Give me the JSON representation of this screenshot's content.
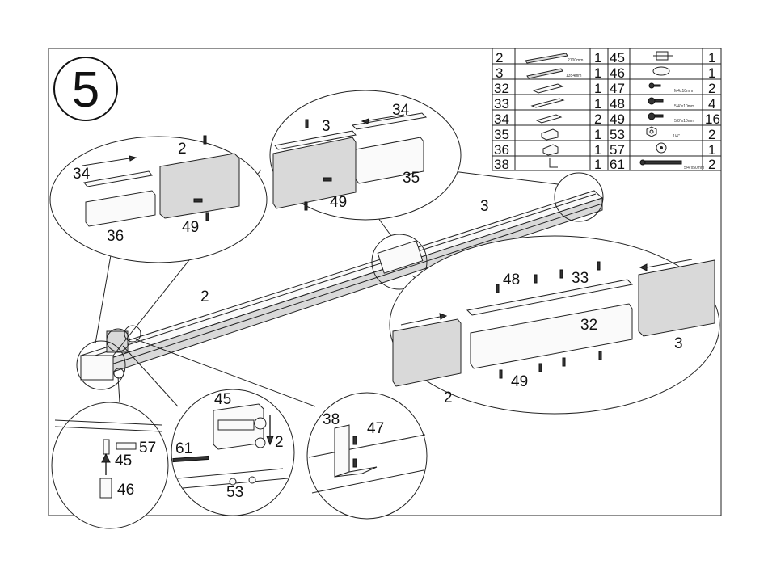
{
  "step_number": "5",
  "parts_table": {
    "left": [
      {
        "part": "2",
        "size_note": "2100mm",
        "qty": "1"
      },
      {
        "part": "3",
        "size_note": "1354mm",
        "qty": "1"
      },
      {
        "part": "32",
        "size_note": "",
        "qty": "1"
      },
      {
        "part": "33",
        "size_note": "",
        "qty": "1"
      },
      {
        "part": "34",
        "size_note": "",
        "qty": "2"
      },
      {
        "part": "35",
        "size_note": "",
        "qty": "1"
      },
      {
        "part": "36",
        "size_note": "",
        "qty": "1"
      },
      {
        "part": "38",
        "size_note": "",
        "qty": "1"
      }
    ],
    "right": [
      {
        "part": "45",
        "size_note": "",
        "qty": "1"
      },
      {
        "part": "46",
        "size_note": "",
        "qty": "1"
      },
      {
        "part": "47",
        "size_note": "M4x10mm",
        "qty": "2"
      },
      {
        "part": "48",
        "size_note": "5/4\"x10mm",
        "qty": "4"
      },
      {
        "part": "49",
        "size_note": "5/8\"x10mm",
        "qty": "16"
      },
      {
        "part": "53",
        "size_note": "1/4\"",
        "qty": "2"
      },
      {
        "part": "57",
        "size_note": "",
        "qty": "1"
      },
      {
        "part": "61",
        "size_note": "5/4\"x50mm",
        "qty": "2"
      }
    ]
  },
  "callouts": {
    "main_rail_2": "2",
    "main_rail_3": "3",
    "left_bubble": {
      "a": "34",
      "b": "2",
      "c": "36",
      "d": "49"
    },
    "top_bubble": {
      "a": "3",
      "b": "34",
      "c": "35",
      "d": "49"
    },
    "right_bubble": {
      "a": "48",
      "b": "33",
      "c": "32",
      "d": "49",
      "e": "2",
      "f": "3"
    },
    "bottom1": {
      "a": "57",
      "b": "45",
      "c": "46"
    },
    "bottom2": {
      "a": "45",
      "b": "2",
      "c": "61",
      "d": "53"
    },
    "bottom3": {
      "a": "38",
      "b": "47"
    }
  }
}
